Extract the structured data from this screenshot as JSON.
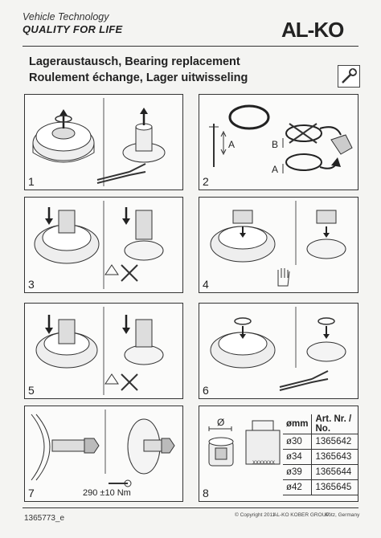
{
  "header": {
    "brand_line1": "Vehicle Technology",
    "brand_line2": "QUALITY FOR LIFE",
    "logo": "AL-KO"
  },
  "title": {
    "line1": "Lageraustausch, Bearing replacement",
    "line2": "Roulement échange, Lager uitwisseling"
  },
  "steps": [
    {
      "number": "1"
    },
    {
      "number": "2",
      "label_a_top": "A",
      "label_b": "B",
      "label_a_bottom": "A"
    },
    {
      "number": "3"
    },
    {
      "number": "4"
    },
    {
      "number": "5"
    },
    {
      "number": "6"
    },
    {
      "number": "7",
      "torque": "290 ±10 Nm"
    },
    {
      "number": "8",
      "diameter_symbol": "Ø",
      "part_mark": "XXXXXXX"
    }
  ],
  "spec_table": {
    "headers": [
      "ømm",
      "Art. Nr. / No."
    ],
    "rows": [
      [
        "ø30",
        "1365642"
      ],
      [
        "ø34",
        "1365643"
      ],
      [
        "ø39",
        "1365644"
      ],
      [
        "ø42",
        "1365645"
      ]
    ]
  },
  "footer": {
    "doc_number": "1365773_e",
    "copyright": "© Copyright 2011",
    "company": "AL-KO KOBER GROUP",
    "location": "Kötz, Germany"
  }
}
